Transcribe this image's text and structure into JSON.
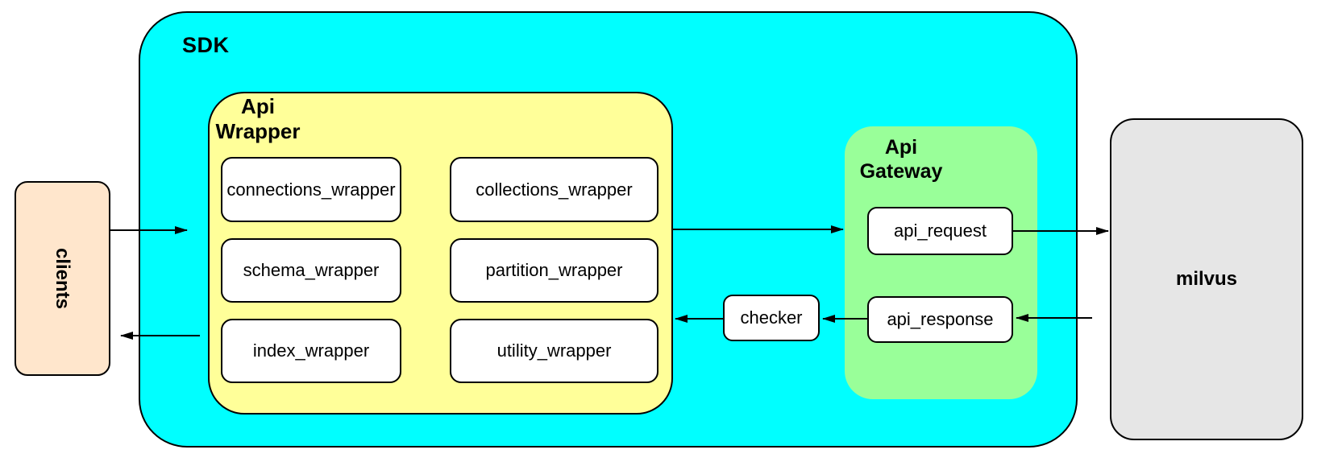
{
  "nodes": {
    "clients": {
      "label": "clients"
    },
    "sdk": {
      "label": "SDK"
    },
    "api_wrapper": {
      "label_line1": "Api",
      "label_line2": "Wrapper",
      "boxes": [
        "connections_wrapper",
        "collections_wrapper",
        "schema_wrapper",
        "partition_wrapper",
        "index_wrapper",
        "utility_wrapper"
      ]
    },
    "checker": {
      "label": "checker"
    },
    "api_gateway": {
      "label_line1": "Api",
      "label_line2": "Gateway",
      "request_label": "api_request",
      "response_label": "api_response"
    },
    "milvus": {
      "label": "milvus"
    }
  },
  "edges": [
    {
      "from": "clients",
      "to": "sdk"
    },
    {
      "from": "api_wrapper",
      "to": "api_gateway"
    },
    {
      "from": "api_request",
      "to": "milvus"
    },
    {
      "from": "milvus",
      "to": "api_response"
    },
    {
      "from": "api_response",
      "to": "checker"
    },
    {
      "from": "checker",
      "to": "api_wrapper"
    },
    {
      "from": "sdk",
      "to": "clients"
    }
  ],
  "colors": {
    "sdk_fill": "#00ffff",
    "api_wrapper_fill": "#ffff99",
    "api_gateway_fill": "#99ff99",
    "clients_fill": "#ffe6cc",
    "milvus_fill": "#e6e6e6",
    "node_fill": "#ffffff",
    "border": "#000000"
  }
}
